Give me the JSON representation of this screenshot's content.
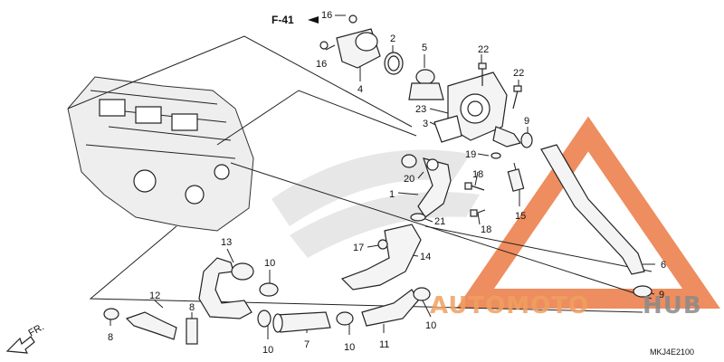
{
  "diagram": {
    "section_ref": "F-41",
    "fr_label": "FR.",
    "code": "MKJ4E2100",
    "watermark": {
      "part1": "AUTOMOTO",
      "part2": "HUB",
      "accent": "#e8672a",
      "dark": "#7a7a7a"
    },
    "callouts": {
      "c1": "1",
      "c2": "2",
      "c4": "4",
      "c5": "5",
      "c6": "6",
      "c7": "7",
      "c8a": "8",
      "c8b": "8",
      "c9a": "9",
      "c9b": "9",
      "c10a": "10",
      "c10b": "10",
      "c10c": "10",
      "c10d": "10",
      "c11": "11",
      "c12": "12",
      "c13": "13",
      "c14": "14",
      "c15": "15",
      "c16a": "16",
      "c16b": "16",
      "c17": "17",
      "c18a": "18",
      "c18b": "18",
      "c19": "19",
      "c20": "20",
      "c21": "21",
      "c22a": "22",
      "c22b": "22",
      "c23": "23"
    }
  }
}
